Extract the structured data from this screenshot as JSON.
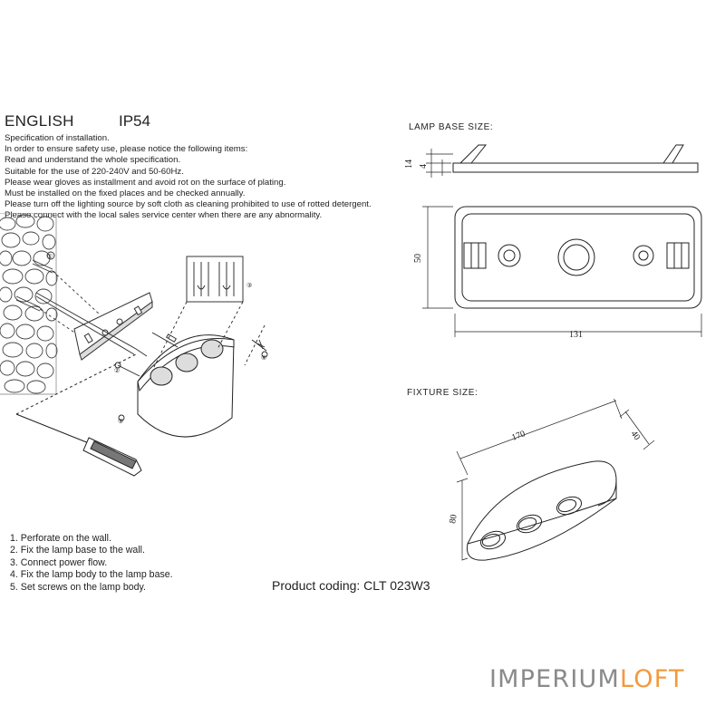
{
  "header": {
    "language": "ENGLISH",
    "ip_rating": "IP54"
  },
  "specification": [
    "Specification of installation.",
    "In order to ensure safety use, please notice the following items:",
    "Read and understand the whole specification.",
    "Suitable for the use of 220-240V and 50-60Hz.",
    "Please wear gloves as installment and avoid rot on the surface of plating.",
    "Must be installed on the fixed places and be checked annually.",
    "Please turn off the lighting source by soft cloth as cleaning prohibited to use of rotted detergent.",
    "Please connect with the local sales service center when there are any abnormality."
  ],
  "steps": [
    "1. Perforate on the wall.",
    "2. Fix the lamp base to the wall.",
    "3. Connect power flow.",
    "4. Fix the lamp body to the lamp base.",
    "5. Set screws on the lamp body."
  ],
  "product_coding": "Product coding: CLT 023W3",
  "lamp_base": {
    "label": "LAMP BASE SIZE:",
    "dim_height_a": "14",
    "dim_height_b": "4",
    "dim_depth": "50",
    "dim_width": "131"
  },
  "fixture": {
    "label": "FIXTURE SIZE:",
    "dim_length": "170",
    "dim_depth": "40",
    "dim_height": "80"
  },
  "callouts": {
    "c1": "①",
    "c2": "②",
    "c3": "③",
    "c4": "④",
    "c5": "⑤"
  },
  "logo": {
    "part_a": "IMPERIUM",
    "part_b": "LOFT",
    "color_a": "#8a8a8a",
    "color_b": "#f29a3c"
  }
}
